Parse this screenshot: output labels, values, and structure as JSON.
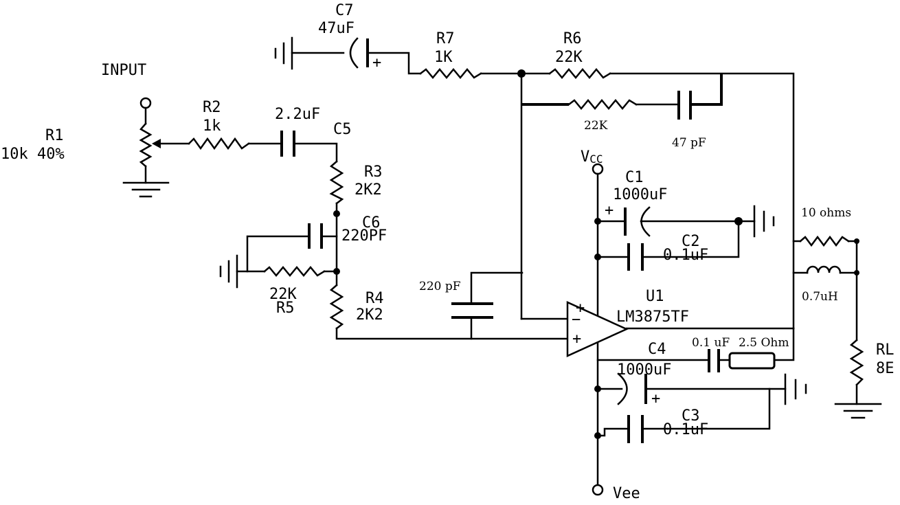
{
  "labels": {
    "input": "INPUT",
    "r1_name": "R1",
    "r1_value": "10k 40%",
    "r2_name": "R2",
    "r2_value": "1k",
    "c5_value": "2.2uF",
    "c5_name": "C5",
    "r3_name": "R3",
    "r3_value": "2K2",
    "c6_name": "C6",
    "c6_value": "220PF",
    "r5_value": "22K",
    "r5_name": "R5",
    "r4_name": "R4",
    "r4_value": "2K2",
    "c_220pf": "220 pF",
    "c7_name": "C7",
    "c7_value": "47uF",
    "r7_name": "R7",
    "r7_value": "1K",
    "r6_name": "R6",
    "r6_value": "22K",
    "r_22k_small": "22K",
    "c_47pf": "47 pF",
    "vcc": "VCC",
    "c1_name": "C1",
    "c1_value": "1000uF",
    "c2_name": "C2",
    "c2_value": "0.1uF",
    "u1_name": "U1",
    "u1_part": "LM3875TF",
    "c4_name": "C4",
    "c4_value": "1000uF",
    "c_01uf_zobel": "0.1 uF",
    "r_zobel": "2.5 Ohm",
    "c3_name": "C3",
    "c3_value": "0.1uF",
    "vee": "Vee",
    "r_10ohms": "10 ohms",
    "l_07uh": "0.7uH",
    "rl_name": "RL",
    "rl_value": "8E",
    "plus": "+",
    "minus": "−"
  }
}
